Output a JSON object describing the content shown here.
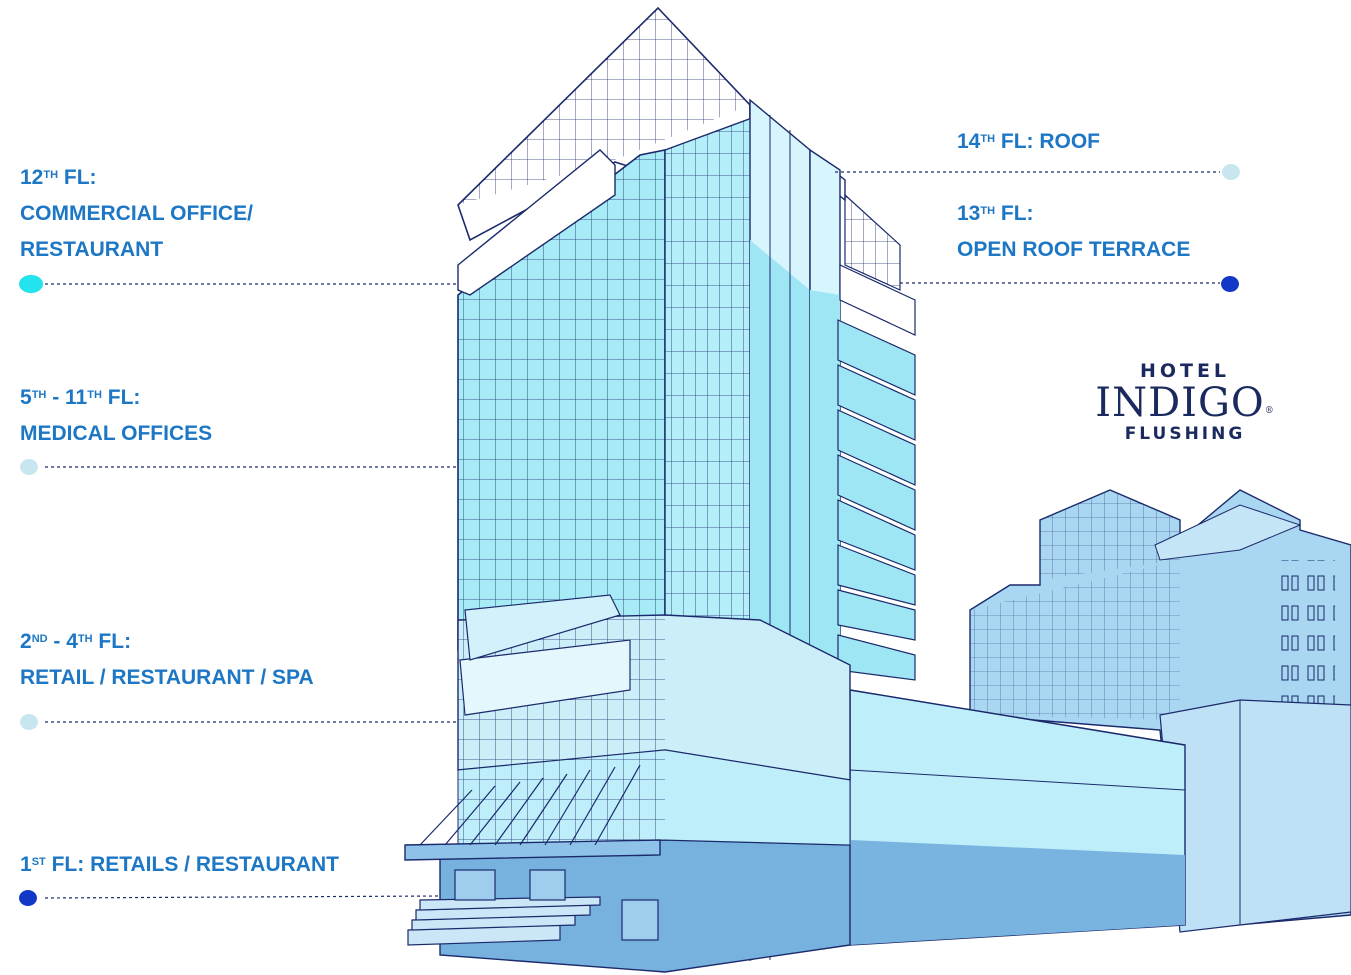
{
  "labels": {
    "roof": {
      "num": "14",
      "sup": "TH",
      "text": " FL: ROOF"
    },
    "terrace": {
      "num": "13",
      "sup": "TH",
      "line1": " FL:",
      "line2": "OPEN ROOF TERRACE"
    },
    "office12": {
      "num": "12",
      "sup": "TH",
      "line1": " FL:",
      "line2": "COMMERCIAL OFFICE/",
      "line3": "RESTAURANT"
    },
    "medical": {
      "num_a": "5",
      "sup_a": "TH",
      "mid": " - 11",
      "sup_b": "TH",
      "tail": " FL:",
      "line2": "MEDICAL OFFICES"
    },
    "retail": {
      "num_a": "2",
      "sup_a": "ND",
      "mid": " - 4",
      "sup_b": "TH",
      "tail": " FL:",
      "line2": "RETAIL / RESTAURANT / SPA"
    },
    "ground": {
      "num": "1",
      "sup": "ST",
      "text": " FL: RETAILS / RESTAURANT"
    }
  },
  "logo": {
    "hotel": "HOTEL",
    "brand": "INDIGO",
    "mark": "®",
    "city": "FLUSHING"
  },
  "colors": {
    "label_text": "#1d77c4",
    "outline": "#1b2a6b",
    "marker_cyan": "#22e3ee",
    "marker_light": "#c7e6ef",
    "marker_dark": "#1238c8",
    "glass_cyan": "#a6ebf5",
    "facade_light": "#cbeef9",
    "ground_blue": "#77b2df",
    "logo_navy": "#1b2a5e"
  }
}
